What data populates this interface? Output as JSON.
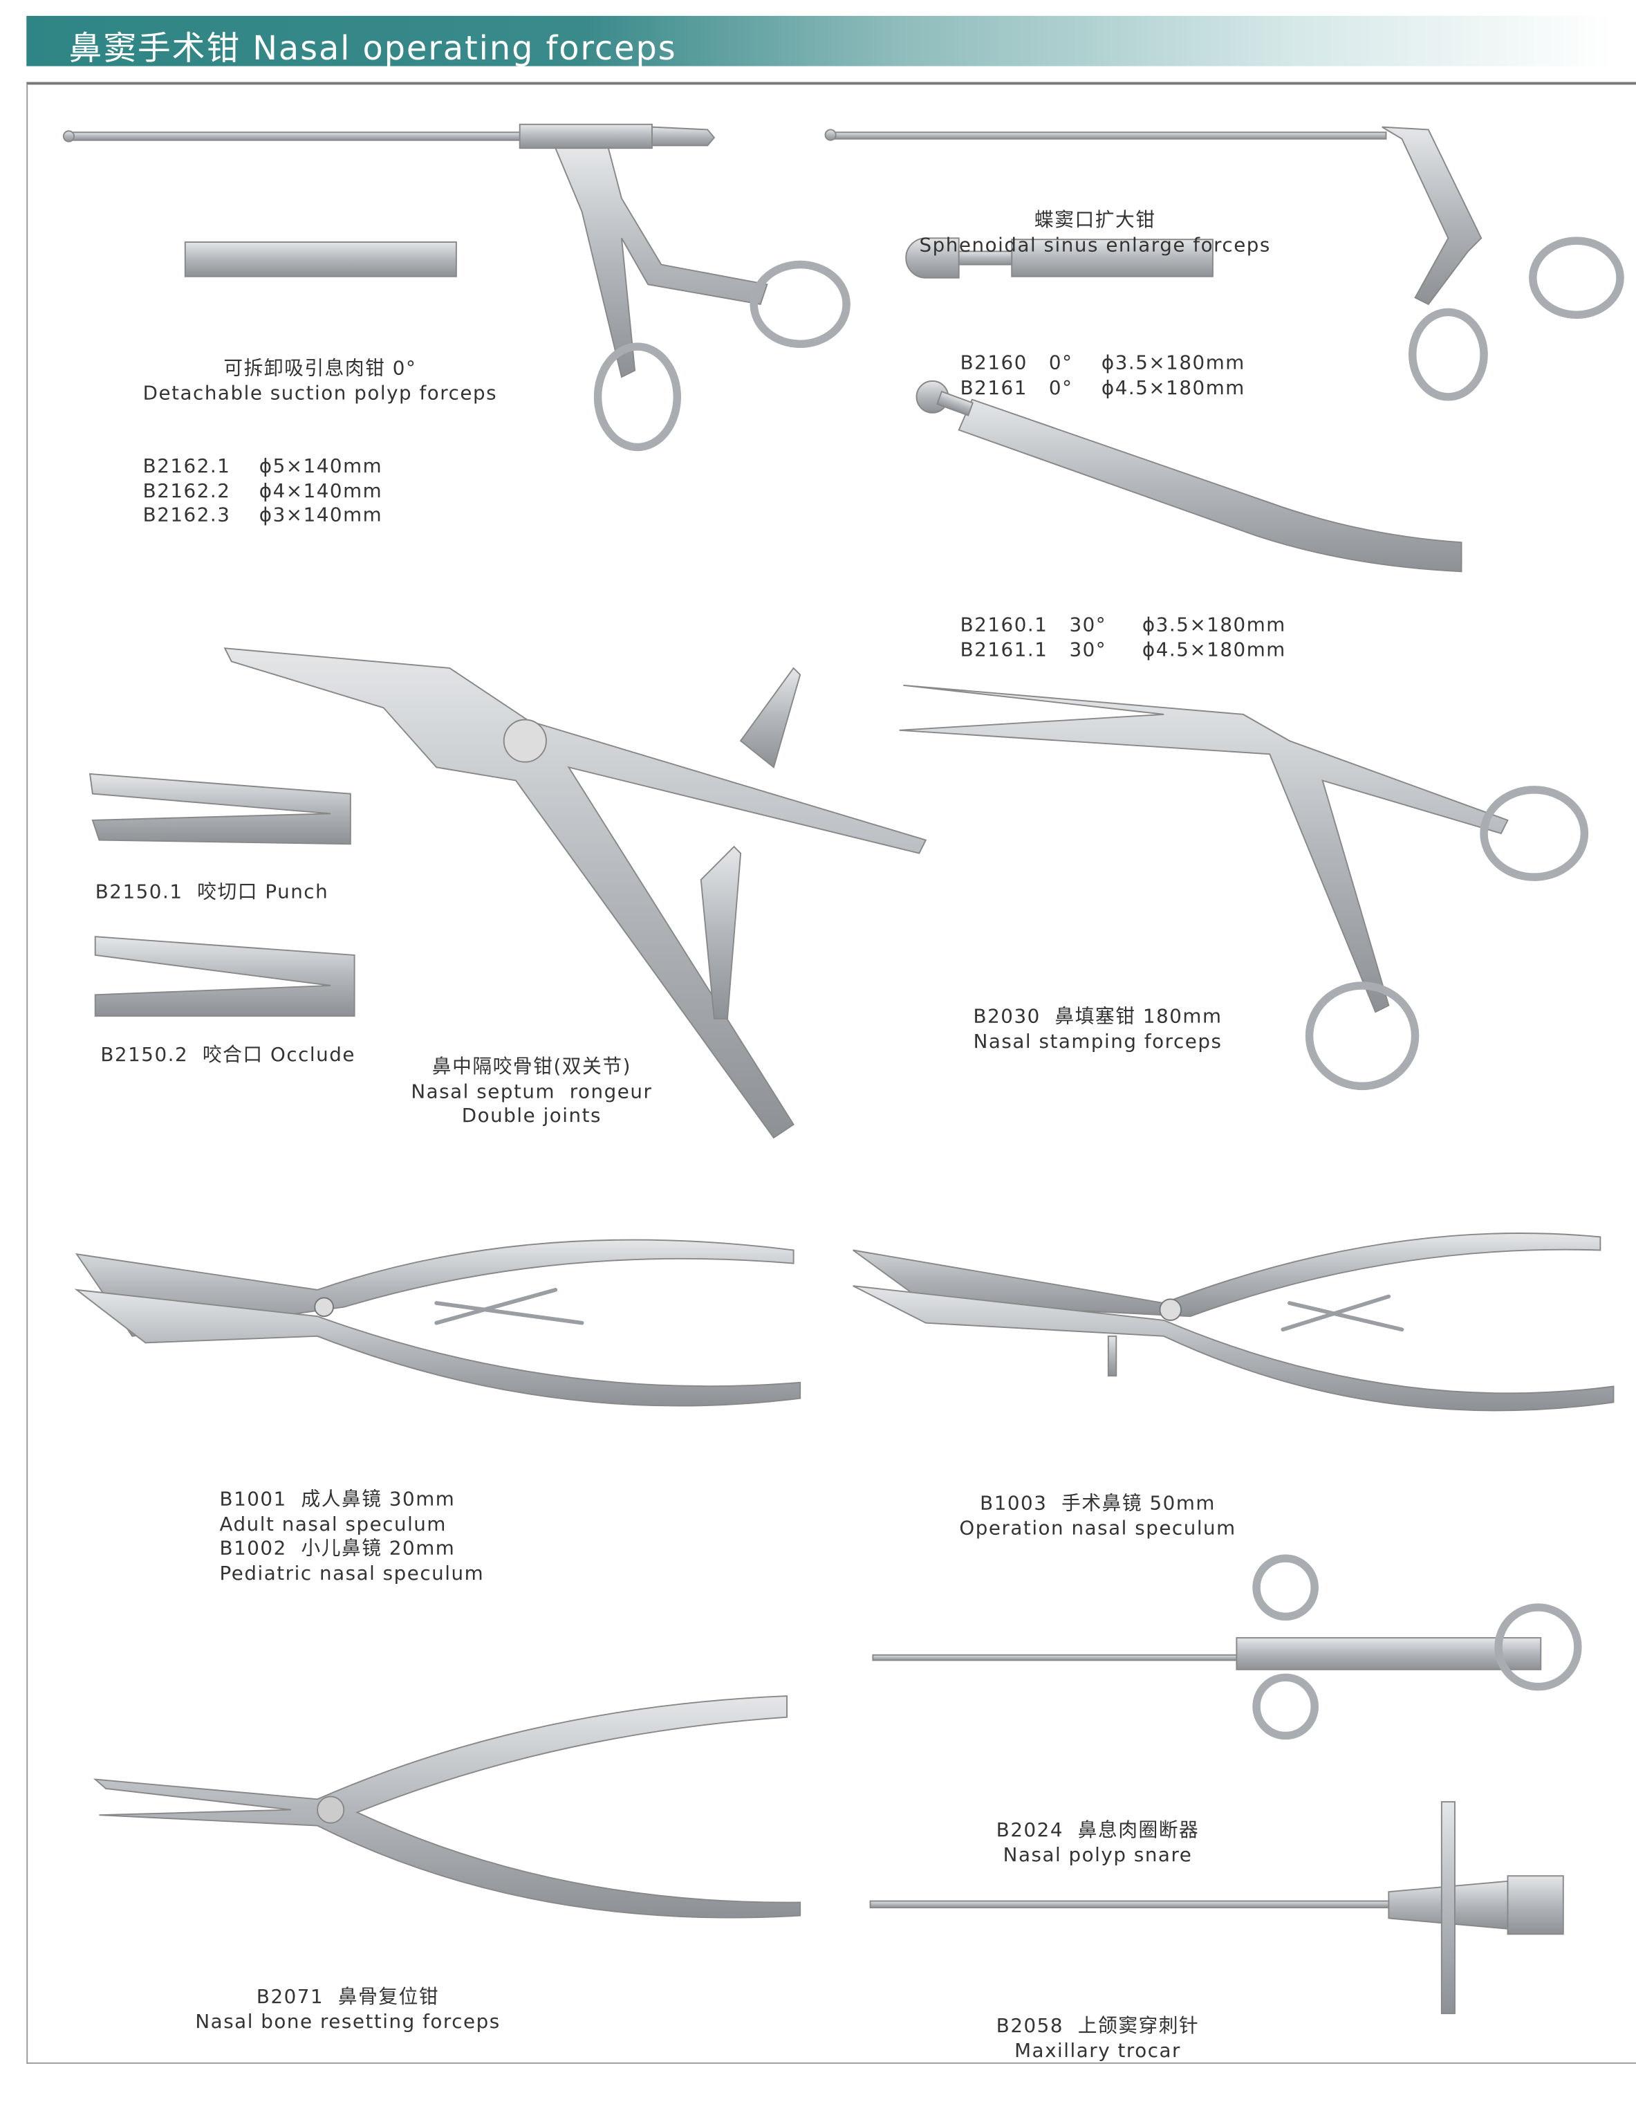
{
  "header": {
    "title": "鼻窦手术钳 Nasal operating forceps"
  },
  "items": [
    {
      "lines": [
        "可拆卸吸引息肉钳 0°",
        "Detachable suction polyp forceps",
        "B2162.1    ϕ5×140mm",
        "B2162.2    ϕ4×140mm",
        "B2162.3    ϕ3×140mm"
      ]
    },
    {
      "lines": [
        "蝶窦口扩大钳",
        "Sphenoidal sinus enlarge forceps"
      ]
    },
    {
      "lines": [
        "B2160   0°    ϕ3.5×180mm",
        "B2161   0°    ϕ4.5×180mm"
      ]
    },
    {
      "lines": [
        "B2160.1   30°     ϕ3.5×180mm",
        "B2161.1   30°     ϕ4.5×180mm"
      ]
    },
    {
      "lines": [
        "B2150.1  咬切口 Punch"
      ]
    },
    {
      "lines": [
        "B2150.2  咬合口 Occlude"
      ]
    },
    {
      "lines": [
        "鼻中隔咬骨钳(双关节)",
        "Nasal septum  rongeur",
        "Double joints"
      ]
    },
    {
      "lines": [
        "B2030  鼻填塞钳 180mm",
        "Nasal stamping forceps"
      ]
    },
    {
      "lines": [
        "B1001  成人鼻镜 30mm",
        "Adult nasal speculum",
        "B1002  小儿鼻镜 20mm",
        "Pediatric nasal speculum"
      ]
    },
    {
      "lines": [
        "B1003  手术鼻镜 50mm",
        "Operation nasal speculum"
      ]
    },
    {
      "lines": [
        "B2024  鼻息肉圈断器",
        "Nasal polyp snare"
      ]
    },
    {
      "lines": [
        "B2071  鼻骨复位钳",
        "Nasal bone resetting forceps"
      ]
    },
    {
      "lines": [
        "B2058  上颌窦穿刺针",
        "Maxillary trocar"
      ]
    }
  ],
  "colors": {
    "banner": "#2f8585",
    "steel": "#b8bcc0"
  }
}
